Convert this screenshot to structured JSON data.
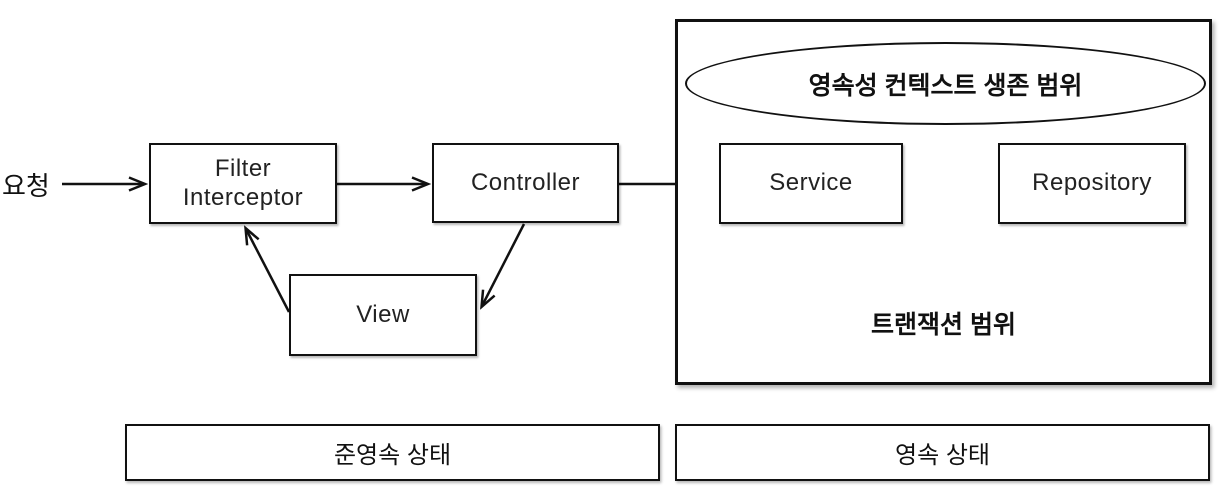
{
  "diagram": {
    "request_label": "요청",
    "nodes": {
      "filter": {
        "line1": "Filter",
        "line2": "Interceptor"
      },
      "controller": {
        "label": "Controller"
      },
      "view": {
        "label": "View"
      },
      "service": {
        "label": "Service"
      },
      "repository": {
        "label": "Repository"
      }
    },
    "persistence_box": {
      "context_scope_label": "영속성 컨텍스트 생존 범위",
      "transaction_scope_label": "트랜잭션 범위"
    },
    "state_labels": {
      "detached": "준영속 상태",
      "persistent": "영속 상태"
    },
    "colors": {
      "stroke": "#111111",
      "background": "#ffffff"
    }
  }
}
